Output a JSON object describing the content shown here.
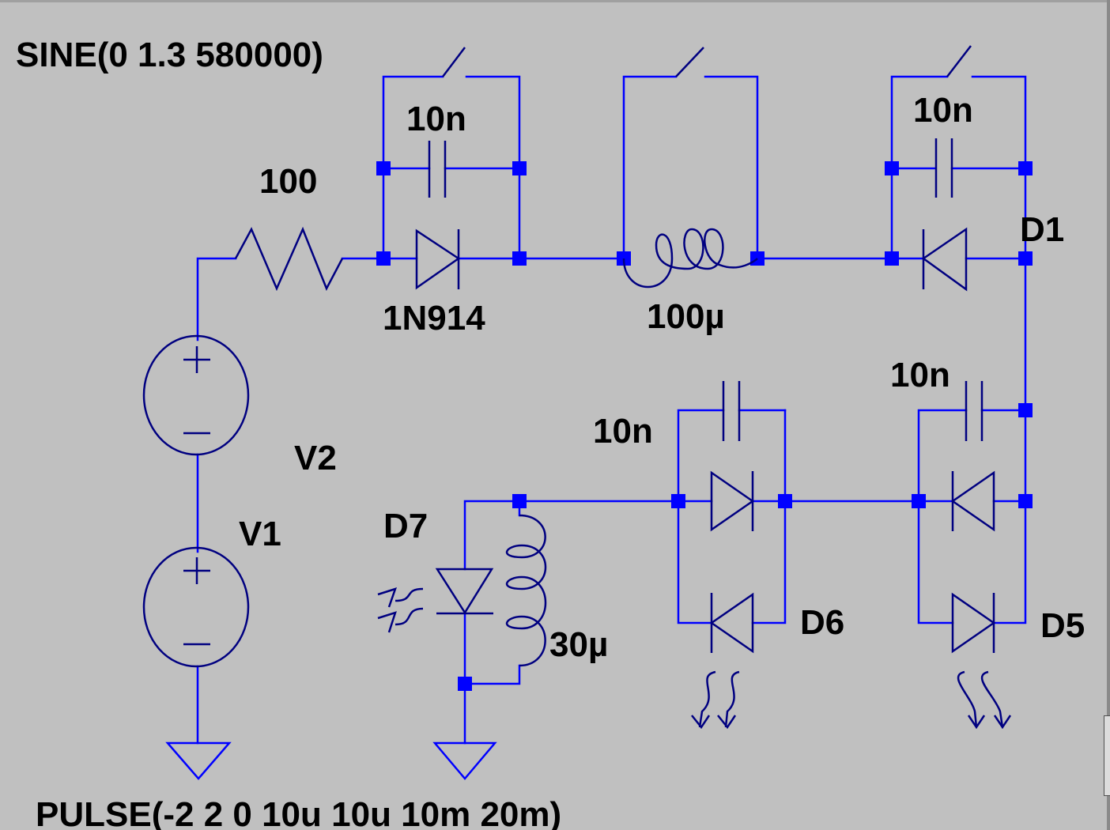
{
  "window": {},
  "schematic": {
    "sources": [
      {
        "id": "V1",
        "label": "V1",
        "spice": "PULSE(-2 2 0 10u 10u 10m 20m)"
      },
      {
        "id": "V2",
        "label": "V2",
        "spice": "SINE(0 1.3 580000)"
      }
    ],
    "resistor": {
      "value": "100"
    },
    "inductors": [
      {
        "value": "100µ"
      },
      {
        "value": "30µ"
      }
    ],
    "capacitors": [
      {
        "value": "10n"
      },
      {
        "value": "10n"
      },
      {
        "value": "10n"
      },
      {
        "value": "10n"
      }
    ],
    "diodes": [
      {
        "name": "1N914"
      },
      {
        "name": "D1"
      },
      {
        "name": "D5"
      },
      {
        "name": "D6"
      },
      {
        "name": "D7"
      }
    ],
    "colors": {
      "background": "#c0c0c0",
      "wire": "#0000ff",
      "component": "#000080",
      "text": "#000000"
    }
  }
}
